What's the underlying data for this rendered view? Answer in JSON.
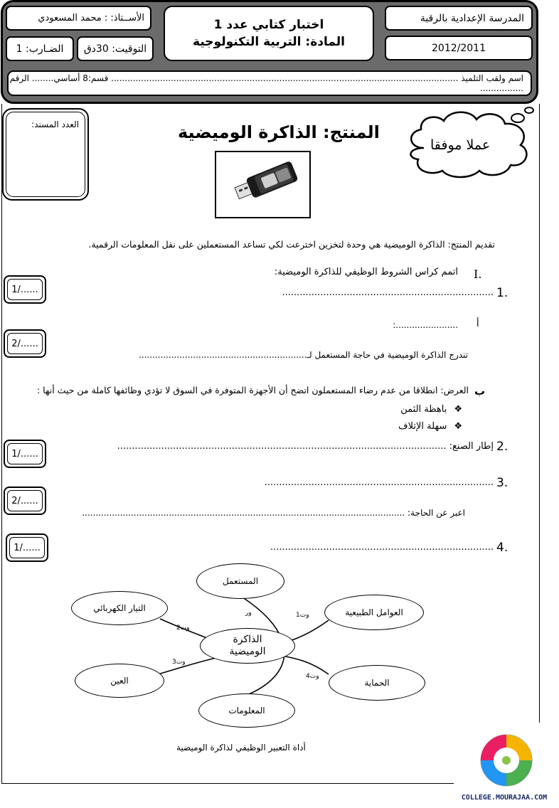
{
  "header": {
    "teacher": "الأســتاذ: : محمد المسعودي",
    "coefficient": "الضـارب:  1",
    "duration": "التوقيت: 30دق",
    "exam_title": "اختبار كتابي عدد 1",
    "subject": "المادة: التربية التكنولوجية",
    "school": "المدرسة الإعدادية بالرقبة",
    "year": "2012/2011",
    "student_line": "اسم ولقب التلميذ ................................................................................................................................  قسم:8 أساسي........ الرقم ................"
  },
  "support_label": "العدد المسند:",
  "product_title": "المنتج: الذاكرة الوميضية",
  "cloud_text": "عملا موفقا",
  "intro": "تقديم المنتج: الذاكرة الوميضية هي وحدة لتخزين اخترعت لكي تساعد المستعملين على نقل المعلومات الرقمية.",
  "section": {
    "numeral": "I.",
    "title": "اتمم كراس الشروط الوظيفي للذاكرة الوميضية:"
  },
  "q1": {
    "num": "1.",
    "dots": "........................................................................"
  },
  "qa": {
    "label": "أ",
    "dots": ".......................:"
  },
  "need_line": "تندرج الذاكرة الوميضية في حاجة المستعمل لـ..............................................................",
  "qb": {
    "label": "ب",
    "text": "العرض: انطلاقا من عدم رضاء المستعملون اتضح أن الأجهزة المتوفرة في السوق لا تؤدي وظائفها كاملة من حيث أنها :",
    "bullets": [
      "باهظة الثمن",
      "سهلة الإتلاف"
    ]
  },
  "q2": {
    "num": "2.",
    "text": "إطار الصنع: ................................................................................................................"
  },
  "q3": {
    "num": "3.",
    "dots": ".............................................................................."
  },
  "need_express": "اعبر عن الحاجة: .......................................................................................................................",
  "q4": {
    "num": "4.",
    "dots": "............................................................................"
  },
  "scores": [
    "1/......",
    "2/......",
    "1/......",
    "2/......",
    "1/......"
  ],
  "diagram": {
    "center": "الذاكرة الوميضية",
    "user": "المستعمل",
    "info": "المعلومات",
    "power": "التيار الكهربائي",
    "natural": "العوامل الطبيعية",
    "eye": "العين",
    "protection": "الحماية",
    "links": {
      "fp": "ور",
      "c1": "وت1",
      "c2": "وت2",
      "c3": "وت3",
      "c4": "وت4"
    },
    "caption": "أداة التعبير الوظيفي لذاكرة الوميضية"
  },
  "footer_site": "COLLEGE.MOURAJAA.COM"
}
